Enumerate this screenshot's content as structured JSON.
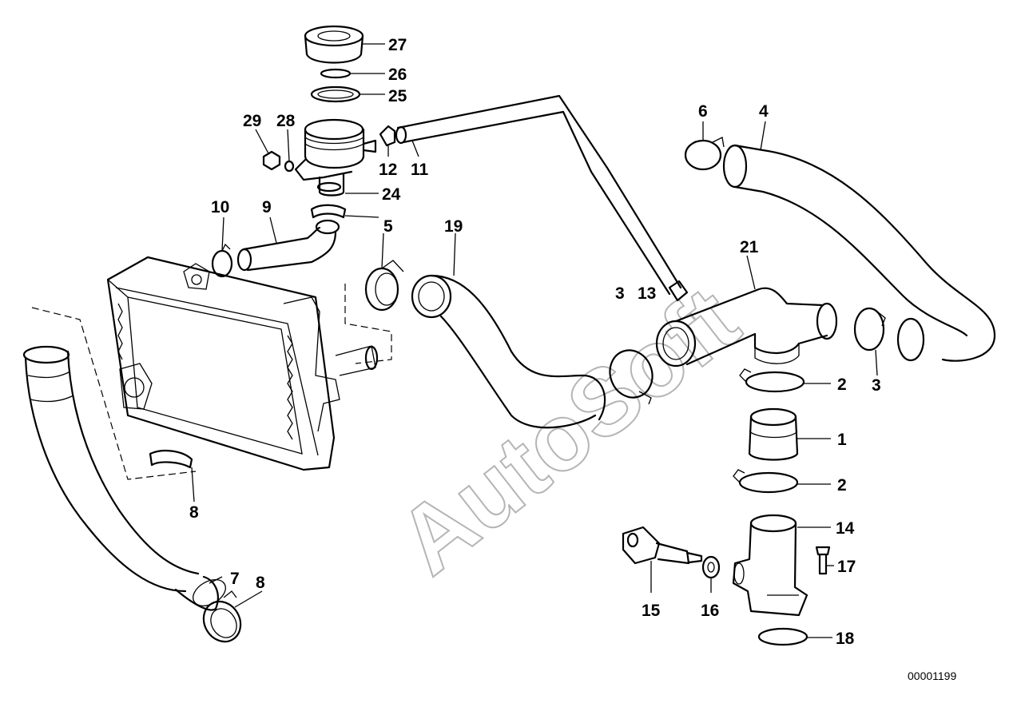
{
  "diagram_ref": "00001199",
  "watermark": "AutoSoft",
  "callouts": {
    "c1": "1",
    "c2a": "2",
    "c2b": "2",
    "c3a": "3",
    "c3b": "3",
    "c4": "4",
    "c5": "5",
    "c6": "6",
    "c7": "7",
    "c8a": "8",
    "c8b": "8",
    "c9": "9",
    "c10": "10",
    "c11": "11",
    "c12": "12",
    "c13": "13",
    "c14": "14",
    "c15": "15",
    "c16": "16",
    "c17": "17",
    "c18": "18",
    "c19": "19",
    "c21": "21",
    "c24": "24",
    "c25": "25",
    "c26": "26",
    "c27": "27",
    "c28": "28",
    "c29": "29"
  }
}
